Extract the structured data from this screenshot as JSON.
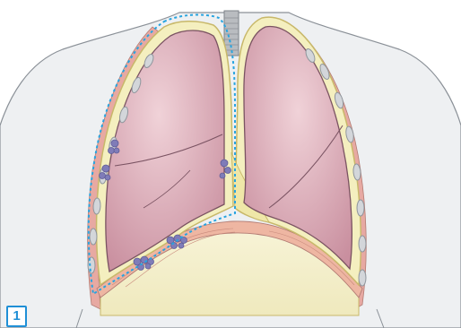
{
  "figure": {
    "label": "1",
    "label_color": "#1f8fd6"
  },
  "colors": {
    "torso_fill": "#eef0f2",
    "torso_stroke": "#8a9097",
    "lung_fill": "#d7a7b2",
    "lung_stroke": "#7a5362",
    "pleura_fill": "#f4efbf",
    "pleura_stroke": "#c8b86a",
    "chest_wall": "#e7a9a2",
    "rib_fill": "#d3d6da",
    "rib_stroke": "#8f959c",
    "adhesion_fill": "#7f7cb8",
    "dashed_outline": "#27a4e0",
    "diaphragm_fill": "#eeb6a2",
    "abdomen_fill": "#f5f2cf",
    "trachea_fill": "#b9bcc0"
  },
  "icons": {
    "dashed_region": "dashed-outline-left-pleural-space",
    "adhesions": "pleural-plaque"
  }
}
